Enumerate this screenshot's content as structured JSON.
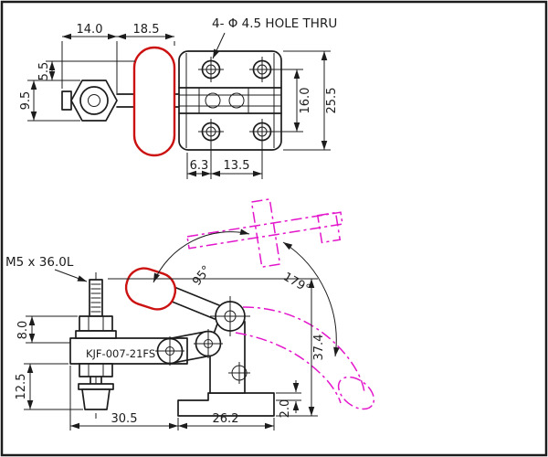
{
  "colors": {
    "outline": "#1c1c1c",
    "red": "#cc1111",
    "magenta": "#e316cb",
    "background": "#ffffff"
  },
  "top_view": {
    "hole_note": "4- Φ 4.5 HOLE THRU",
    "dim_14": "14.0",
    "dim_18_5": "18.5",
    "dim_5_5": "5.5",
    "dim_9_5": "9.5",
    "dim_16": "16.0",
    "dim_25_5": "25.5",
    "dim_6_3": "6.3",
    "dim_13_5": "13.5"
  },
  "side_view": {
    "thread_note": "M5 x 36.0L",
    "model_number": "KJF-007-21FS",
    "dim_8": "8.0",
    "dim_12_5": "12.5",
    "dim_30_5": "30.5",
    "dim_26_2": "26.2",
    "dim_2": "2.0",
    "dim_37_4": "37.4",
    "angle_95": "95°",
    "angle_179": "179°"
  }
}
